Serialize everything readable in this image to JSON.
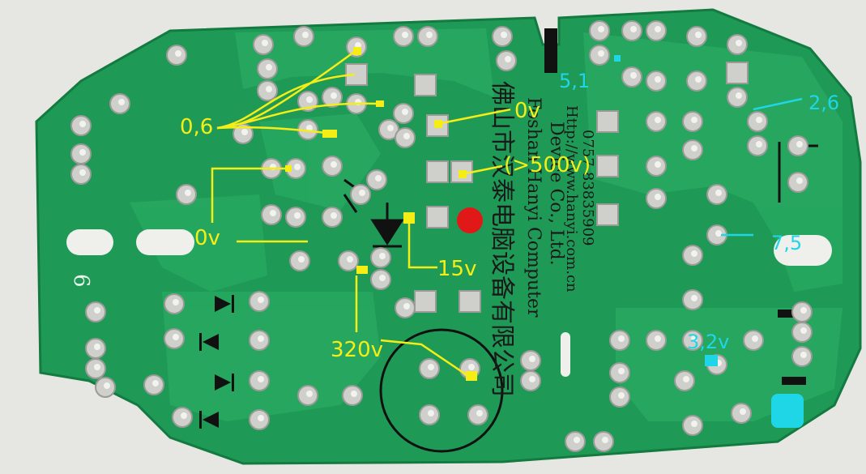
{
  "board": {
    "marking_number": "6",
    "silkscreen": {
      "company_cn": "佛山市汉泰电脑设备有限公司",
      "company_en_line1": "Foshan Hanyi Computer",
      "company_en_line2": "Device Co., Ltd.",
      "url": "Http://www.hanyi.com.cn",
      "phone": "0757-83835909"
    },
    "colors": {
      "pcb": "#1f9a56",
      "trace": "#2aa863",
      "solder": "#c9c9c5",
      "annotation_yellow": "#f5ee16",
      "annotation_cyan": "#1fd6e6",
      "marker_red": "#e01818"
    }
  },
  "annotations": {
    "yellow": [
      "0,6",
      "0v",
      "0v",
      "(>500v)",
      "15v",
      "320v"
    ],
    "cyan": [
      "5,1",
      "2,6",
      "7,5",
      "3,2v"
    ]
  }
}
